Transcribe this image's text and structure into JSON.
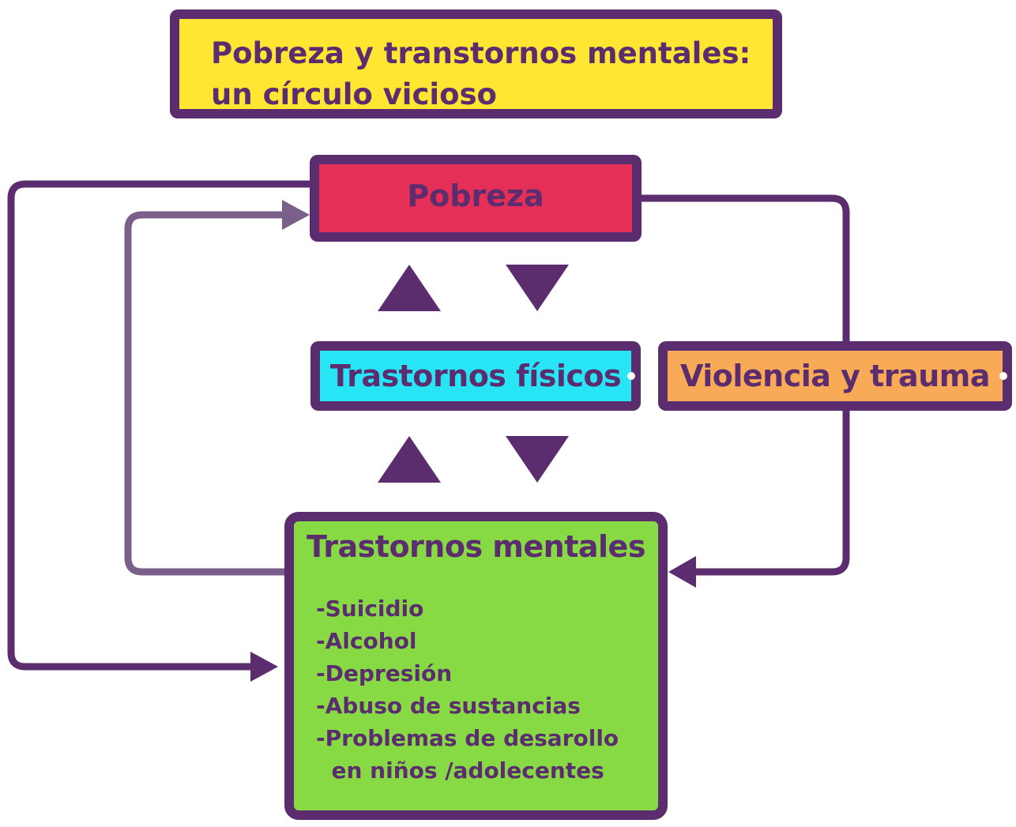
{
  "title": {
    "line1": "Pobreza y transtornos mentales:",
    "line2": "un círculo vicioso"
  },
  "nodes": {
    "pobreza": "Pobreza",
    "trastornos_fisicos": "Trastornos físicos",
    "violencia_trauma": "Violencia y trauma",
    "trastornos_mentales": "Trastornos mentales"
  },
  "mentales_items": [
    "-Suicidio",
    "-Alcohol",
    "-Depresión",
    "-Abuso de sustancias",
    "-Problemas de desarollo",
    "  en niños /adolecentes"
  ],
  "colors": {
    "outline": "#5c2d6e",
    "connector_light": "#7b5f8b",
    "title_bg": "#ffe633",
    "pobreza_bg": "#e52f56",
    "fisicos_bg": "#27e5f5",
    "violencia_bg": "#f9aa57",
    "mentales_bg": "#88da44"
  }
}
